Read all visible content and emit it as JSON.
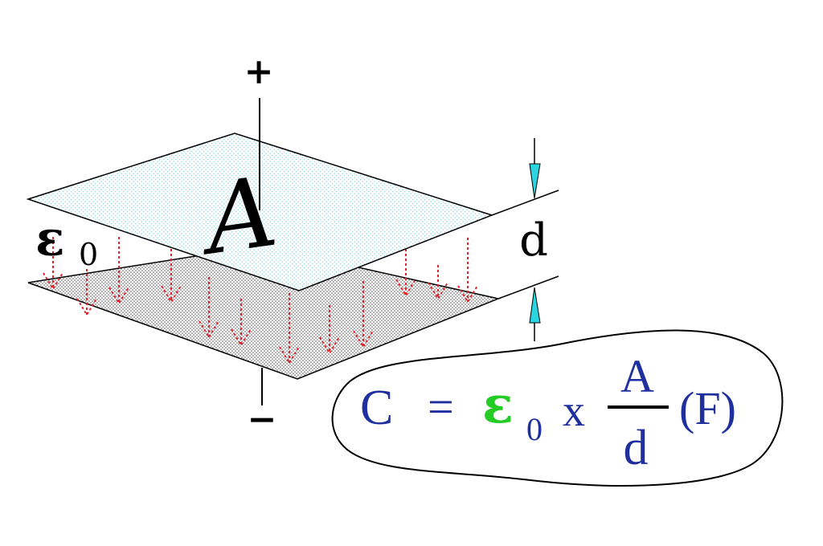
{
  "diagram": {
    "plus_sign": "+",
    "minus_sign": "−",
    "plate_area_label": "A",
    "permittivity_symbol": "ε",
    "permittivity_subscript": "0",
    "separation_label": "d",
    "field_line_count": 12,
    "colors": {
      "top_plate_dots": "#7fd3d8",
      "bottom_plate_dots": "#444444",
      "field_arrows": "#e8202a",
      "dimension_arrows": "#2ad4e0",
      "formula_text": "#1f2f9e",
      "epsilon_highlight": "#26cc26",
      "outline": "#000000"
    }
  },
  "formula": {
    "lhs": "C",
    "equals": "=",
    "epsilon": "ε",
    "epsilon_subscript": "0",
    "times": "x",
    "numerator": "A",
    "denominator": "d",
    "unit": "(F)"
  }
}
